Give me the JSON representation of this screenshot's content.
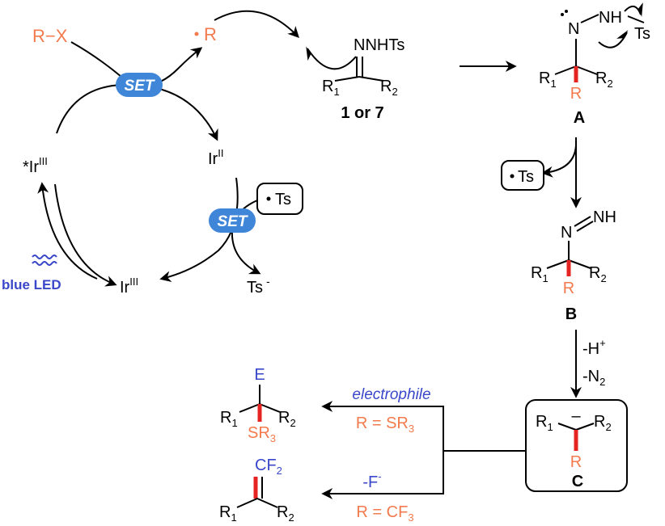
{
  "reagents": {
    "rx": "R−X",
    "radical_r": "R",
    "set_label": "SET",
    "set_label_2": "SET",
    "ir_excited": "*Ir",
    "ir_excited_sup": "III",
    "ir_ii": "Ir",
    "ir_ii_sup": "II",
    "ir_iii": "Ir",
    "ir_iii_sup": "III",
    "ts_radical": "Ts",
    "ts_anion": "Ts",
    "ts_anion_sup": "-",
    "blue_led": "blue LED"
  },
  "substrate": {
    "hydrazone": "NNHTs",
    "r1": "R",
    "r1_sub": "1",
    "r2": "R",
    "r2_sub": "2",
    "label": "1 or 7"
  },
  "intermediate_a": {
    "n": "N",
    "nh": "NH",
    "ts": "Ts",
    "r1": "R",
    "r1_sub": "1",
    "r2": "R",
    "r2_sub": "2",
    "r": "R",
    "label": "A"
  },
  "intermediate_b": {
    "n": "N",
    "nh": "NH",
    "r1": "R",
    "r1_sub": "1",
    "r2": "R",
    "r2_sub": "2",
    "r": "R",
    "label": "B",
    "ts_radical": "Ts"
  },
  "step_bc": {
    "minus_h": "-H",
    "minus_h_sup": "+",
    "minus_n2": "-N",
    "minus_n2_sub": "2"
  },
  "intermediate_c": {
    "r1": "R",
    "r1_sub": "1",
    "r2": "R",
    "r2_sub": "2",
    "r": "R",
    "charge": "–",
    "label": "C"
  },
  "product_1": {
    "e": "E",
    "r1": "R",
    "r1_sub": "1",
    "r2": "R",
    "r2_sub": "2",
    "sr3": "SR",
    "sr3_sub": "3",
    "condition_top": "electrophile",
    "condition_bottom": "R = SR",
    "condition_bottom_sub": "3"
  },
  "product_2": {
    "cf2": "CF",
    "cf2_sub": "2",
    "r1": "R",
    "r1_sub": "1",
    "r2": "R",
    "r2_sub": "2",
    "condition_top": "-F",
    "condition_top_sup": "-",
    "condition_bottom": "R = CF",
    "condition_bottom_sub": "3"
  }
}
